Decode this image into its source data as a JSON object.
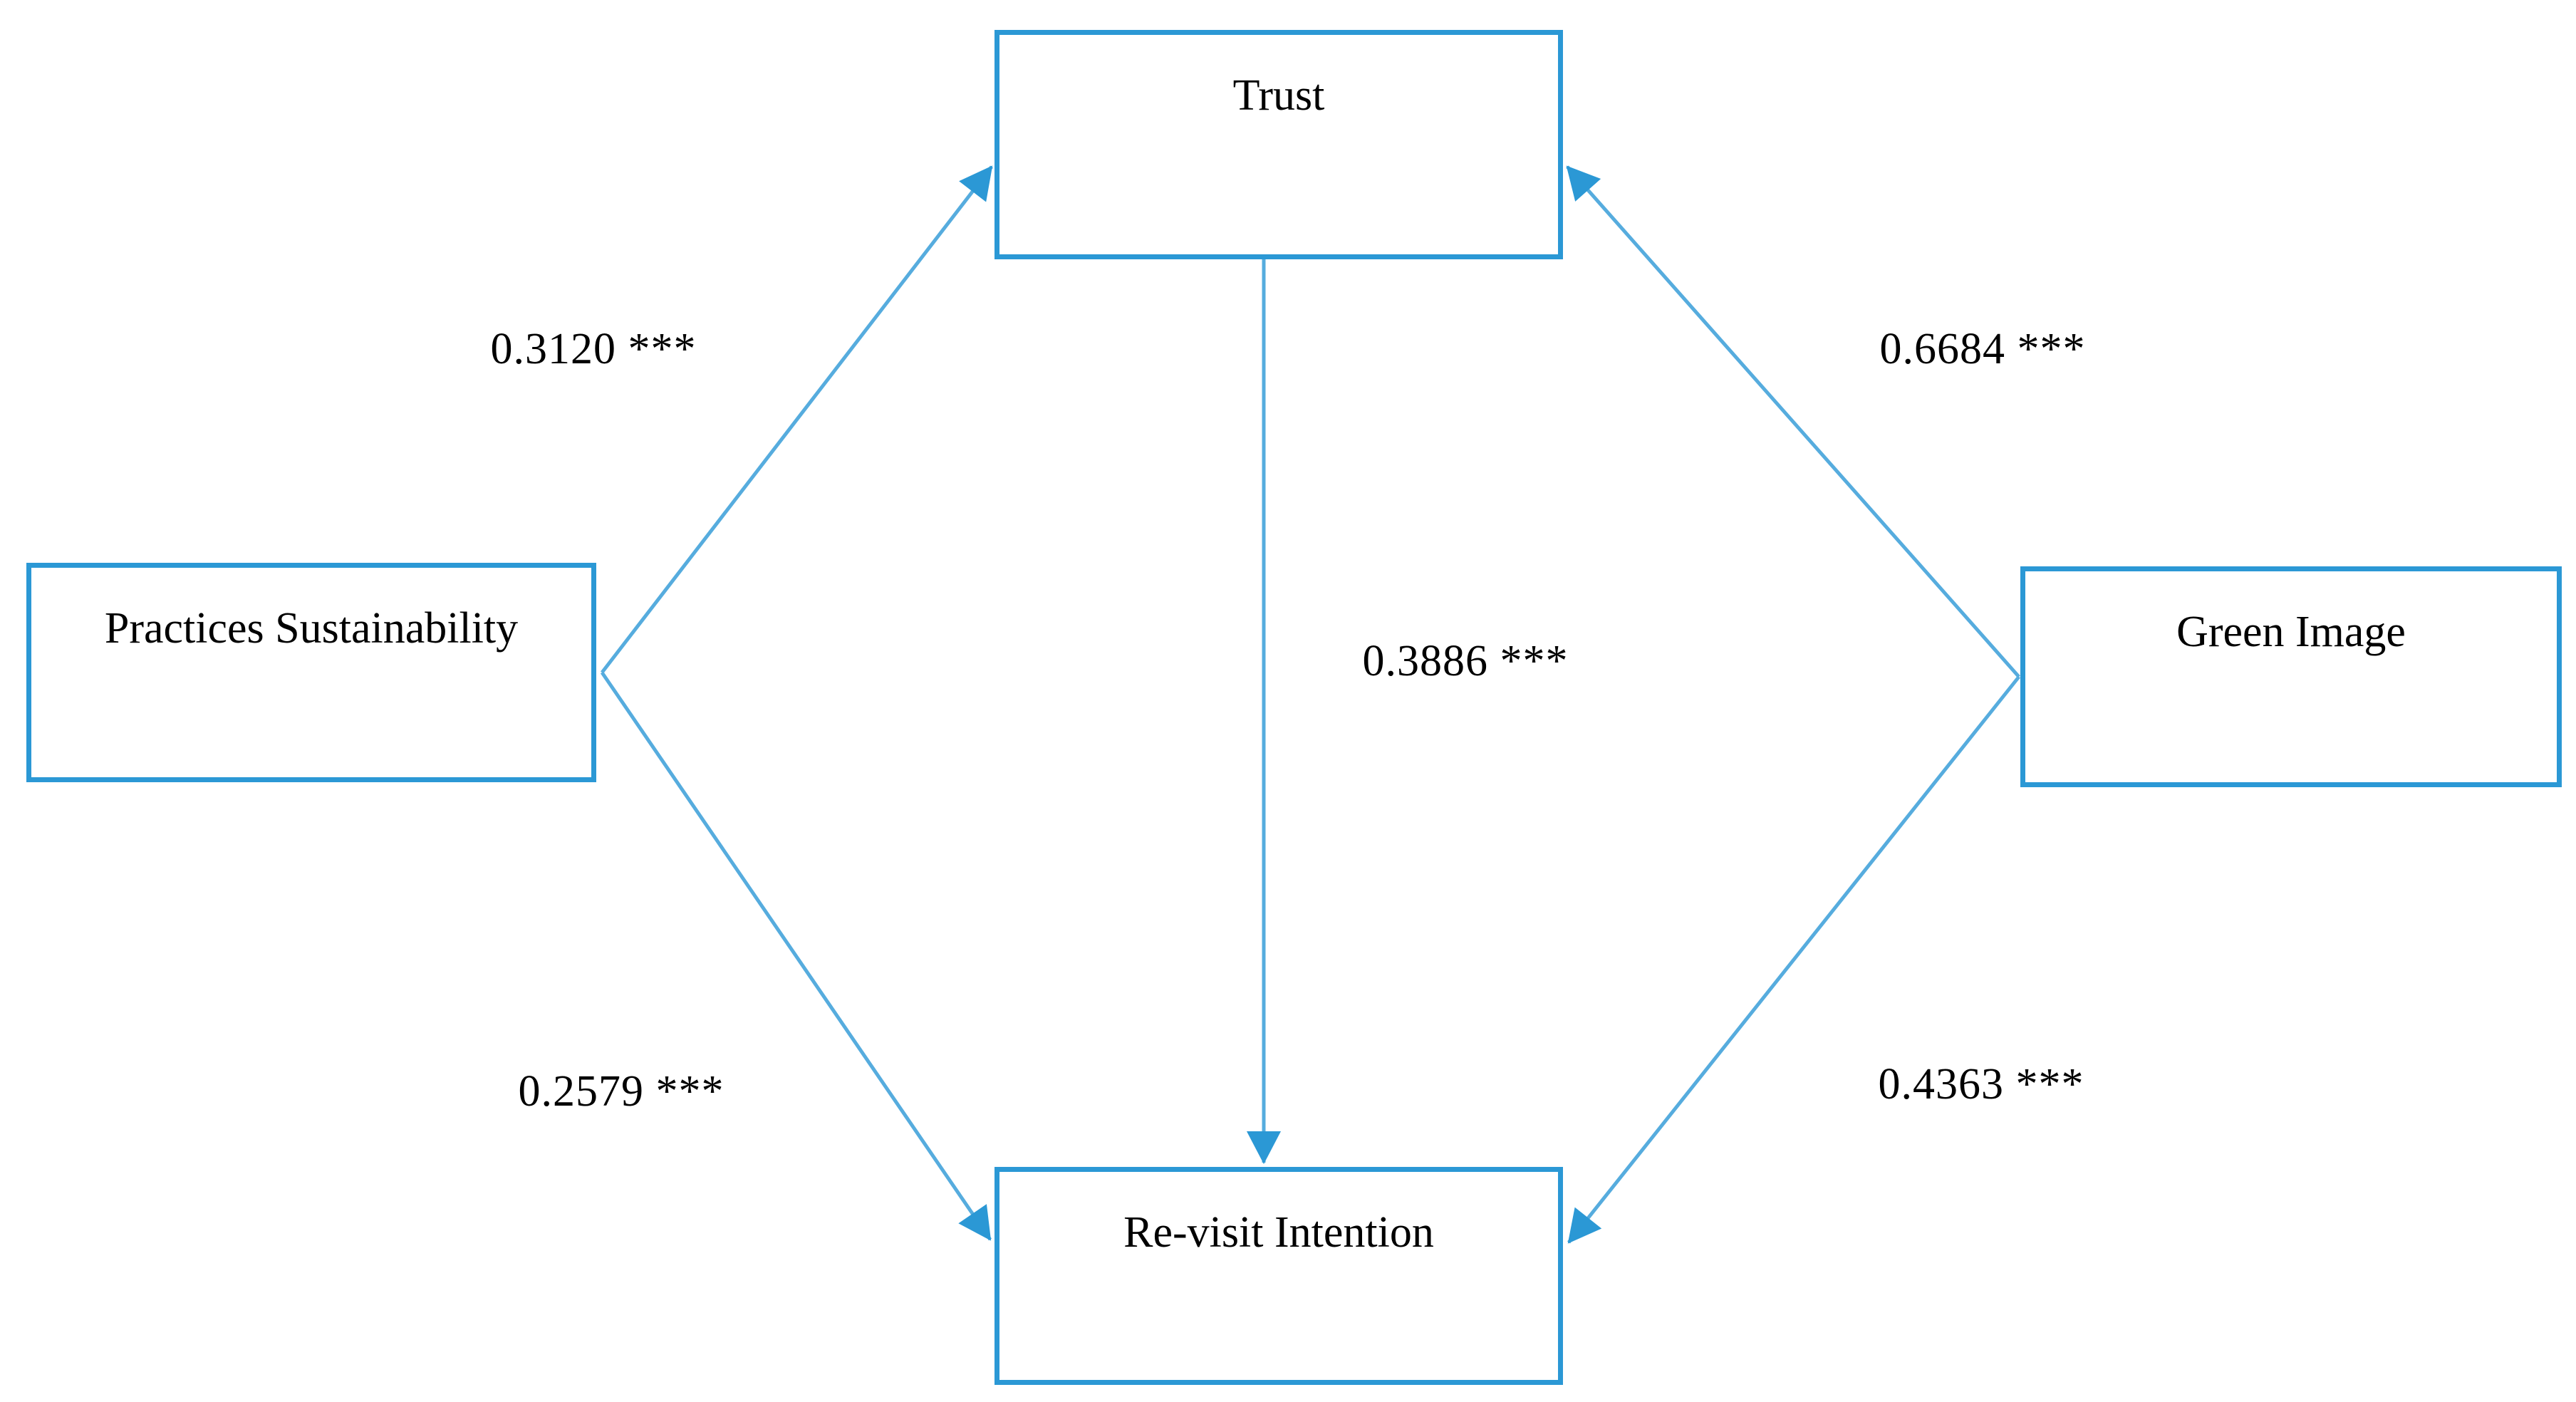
{
  "diagram": {
    "background": "#ffffff",
    "accent_blue": "#2b98d5",
    "line_blue": "#56acde",
    "text_color": "#000000"
  },
  "nodes": {
    "trust": {
      "label": "Trust"
    },
    "practices": {
      "label": "Practices Sustainability"
    },
    "green": {
      "label": "Green Image"
    },
    "revisit": {
      "label": "Re-visit Intention"
    }
  },
  "edges": [
    {
      "from": "Practices Sustainability",
      "to": "Trust",
      "coefficient": "0.3120",
      "significance": "***",
      "label": "0.3120 ***"
    },
    {
      "from": "Green Image",
      "to": "Trust",
      "coefficient": "0.6684",
      "significance": "***",
      "label": "0.6684 ***"
    },
    {
      "from": "Trust",
      "to": "Re-visit Intention",
      "coefficient": "0.3886",
      "significance": "***",
      "label": "0.3886 ***"
    },
    {
      "from": "Practices Sustainability",
      "to": "Re-visit Intention",
      "coefficient": "0.2579",
      "significance": "***",
      "label": "0.2579 ***"
    },
    {
      "from": "Green Image",
      "to": "Re-visit Intention",
      "coefficient": "0.4363",
      "significance": "***",
      "label": "0.4363 ***"
    }
  ]
}
